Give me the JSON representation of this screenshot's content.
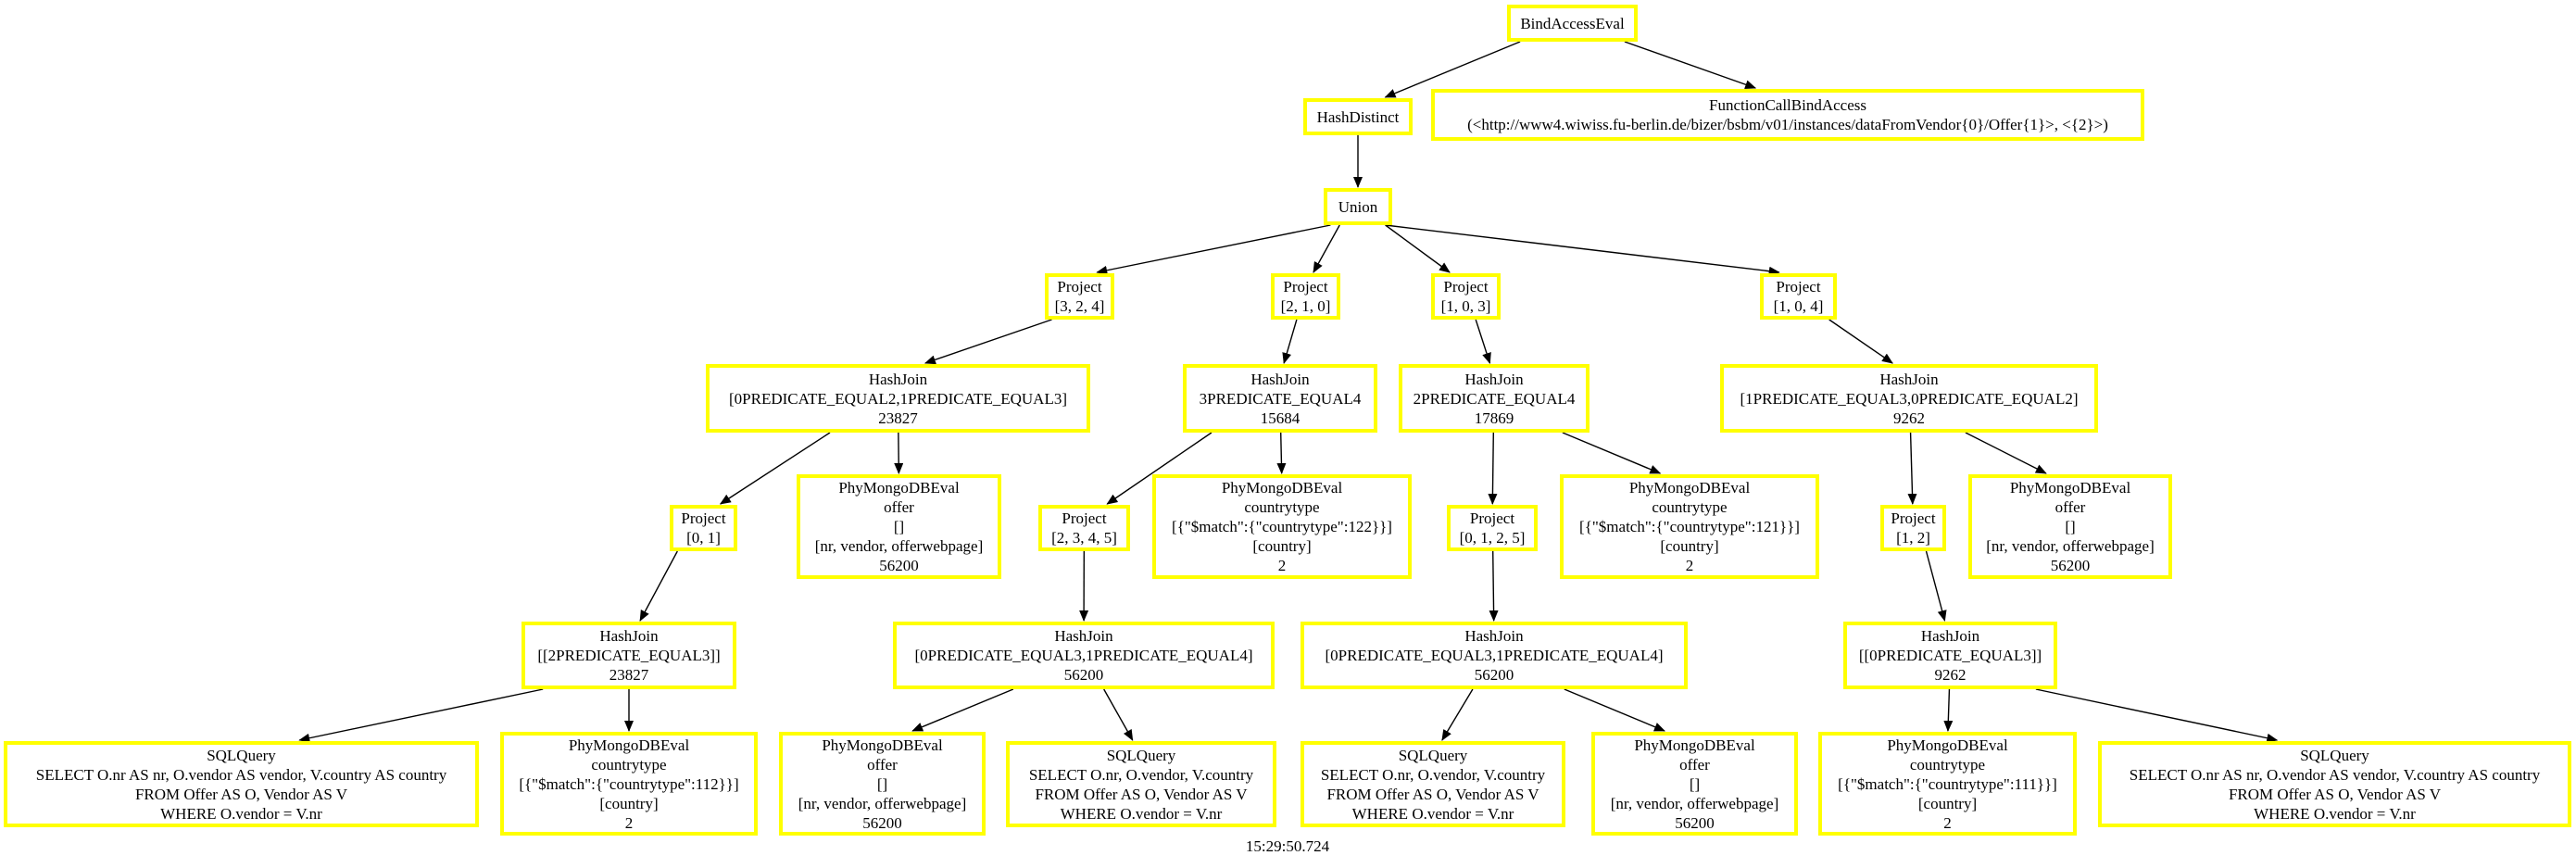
{
  "colors": {
    "node_border": "#ffff00",
    "node_fill": "#ffffff",
    "edge": "#000000",
    "text": "#000000"
  },
  "nodes": {
    "bindaccess": [
      "BindAccessEval"
    ],
    "hashdistinct": [
      "HashDistinct"
    ],
    "funccall": [
      "FunctionCallBindAccess",
      "(<http://www4.wiwiss.fu-berlin.de/bizer/bsbm/v01/instances/dataFromVendor{0}/Offer{1}>, <{2}>)"
    ],
    "union": [
      "Union"
    ],
    "project_a": [
      "Project",
      "[3, 2, 4]"
    ],
    "project_b": [
      "Project",
      "[2, 1, 0]"
    ],
    "project_c": [
      "Project",
      "[1, 0, 3]"
    ],
    "project_d": [
      "Project",
      "[1, 0, 4]"
    ],
    "hashjoin_a": [
      "HashJoin",
      "[0PREDICATE_EQUAL2,1PREDICATE_EQUAL3]",
      "23827"
    ],
    "hashjoin_b": [
      "HashJoin",
      "3PREDICATE_EQUAL4",
      "15684"
    ],
    "hashjoin_c": [
      "HashJoin",
      "2PREDICATE_EQUAL4",
      "17869"
    ],
    "hashjoin_d": [
      "HashJoin",
      "[1PREDICATE_EQUAL3,0PREDICATE_EQUAL2]",
      "9262"
    ],
    "project_a2": [
      "Project",
      "[0, 1]"
    ],
    "mongo_a": [
      "PhyMongoDBEval",
      "offer",
      "[]",
      "[nr, vendor, offerwebpage]",
      "56200"
    ],
    "project_b2": [
      "Project",
      "[2, 3, 4, 5]"
    ],
    "mongo_b": [
      "PhyMongoDBEval",
      "countrytype",
      "[{\"$match\":{\"countrytype\":122}}]",
      "[country]",
      "2"
    ],
    "project_c2": [
      "Project",
      "[0, 1, 2, 5]"
    ],
    "mongo_c": [
      "PhyMongoDBEval",
      "countrytype",
      "[{\"$match\":{\"countrytype\":121}}]",
      "[country]",
      "2"
    ],
    "project_d2": [
      "Project",
      "[1, 2]"
    ],
    "mongo_d": [
      "PhyMongoDBEval",
      "offer",
      "[]",
      "[nr, vendor, offerwebpage]",
      "56200"
    ],
    "hashjoin_a2": [
      "HashJoin",
      "[[2PREDICATE_EQUAL3]]",
      "23827"
    ],
    "hashjoin_b2": [
      "HashJoin",
      "[0PREDICATE_EQUAL3,1PREDICATE_EQUAL4]",
      "56200"
    ],
    "hashjoin_c2": [
      "HashJoin",
      "[0PREDICATE_EQUAL3,1PREDICATE_EQUAL4]",
      "56200"
    ],
    "hashjoin_d2": [
      "HashJoin",
      "[[0PREDICATE_EQUAL3]]",
      "9262"
    ],
    "sql_a": [
      "SQLQuery",
      "SELECT O.nr AS nr, O.vendor AS vendor, V.country AS country",
      "FROM Offer AS O, Vendor AS V",
      "WHERE O.vendor = V.nr"
    ],
    "mongo_a3": [
      "PhyMongoDBEval",
      "countrytype",
      "[{\"$match\":{\"countrytype\":112}}]",
      "[country]",
      "2"
    ],
    "mongo_b3": [
      "PhyMongoDBEval",
      "offer",
      "[]",
      "[nr, vendor, offerwebpage]",
      "56200"
    ],
    "sql_b": [
      "SQLQuery",
      "SELECT O.nr, O.vendor, V.country",
      "FROM Offer AS O, Vendor AS V",
      "WHERE O.vendor = V.nr"
    ],
    "sql_c": [
      "SQLQuery",
      "SELECT O.nr, O.vendor, V.country",
      "FROM Offer AS O, Vendor AS V",
      "WHERE O.vendor = V.nr"
    ],
    "mongo_c3": [
      "PhyMongoDBEval",
      "offer",
      "[]",
      "[nr, vendor, offerwebpage]",
      "56200"
    ],
    "mongo_d3": [
      "PhyMongoDBEval",
      "countrytype",
      "[{\"$match\":{\"countrytype\":111}}]",
      "[country]",
      "2"
    ],
    "sql_d": [
      "SQLQuery",
      "SELECT O.nr AS nr, O.vendor AS vendor, V.country AS country",
      "FROM Offer AS O, Vendor AS V",
      "WHERE O.vendor = V.nr"
    ]
  },
  "edges": [
    [
      "bindaccess",
      "hashdistinct"
    ],
    [
      "bindaccess",
      "funccall"
    ],
    [
      "hashdistinct",
      "union"
    ],
    [
      "union",
      "project_a"
    ],
    [
      "union",
      "project_b"
    ],
    [
      "union",
      "project_c"
    ],
    [
      "union",
      "project_d"
    ],
    [
      "project_a",
      "hashjoin_a"
    ],
    [
      "project_b",
      "hashjoin_b"
    ],
    [
      "project_c",
      "hashjoin_c"
    ],
    [
      "project_d",
      "hashjoin_d"
    ],
    [
      "hashjoin_a",
      "project_a2"
    ],
    [
      "hashjoin_a",
      "mongo_a"
    ],
    [
      "hashjoin_b",
      "project_b2"
    ],
    [
      "hashjoin_b",
      "mongo_b"
    ],
    [
      "hashjoin_c",
      "project_c2"
    ],
    [
      "hashjoin_c",
      "mongo_c"
    ],
    [
      "hashjoin_d",
      "project_d2"
    ],
    [
      "hashjoin_d",
      "mongo_d"
    ],
    [
      "project_a2",
      "hashjoin_a2"
    ],
    [
      "project_b2",
      "hashjoin_b2"
    ],
    [
      "project_c2",
      "hashjoin_c2"
    ],
    [
      "project_d2",
      "hashjoin_d2"
    ],
    [
      "hashjoin_a2",
      "sql_a"
    ],
    [
      "hashjoin_a2",
      "mongo_a3"
    ],
    [
      "hashjoin_b2",
      "mongo_b3"
    ],
    [
      "hashjoin_b2",
      "sql_b"
    ],
    [
      "hashjoin_c2",
      "sql_c"
    ],
    [
      "hashjoin_c2",
      "mongo_c3"
    ],
    [
      "hashjoin_d2",
      "mongo_d3"
    ],
    [
      "hashjoin_d2",
      "sql_d"
    ]
  ],
  "timestamp": "15:29:50.724"
}
